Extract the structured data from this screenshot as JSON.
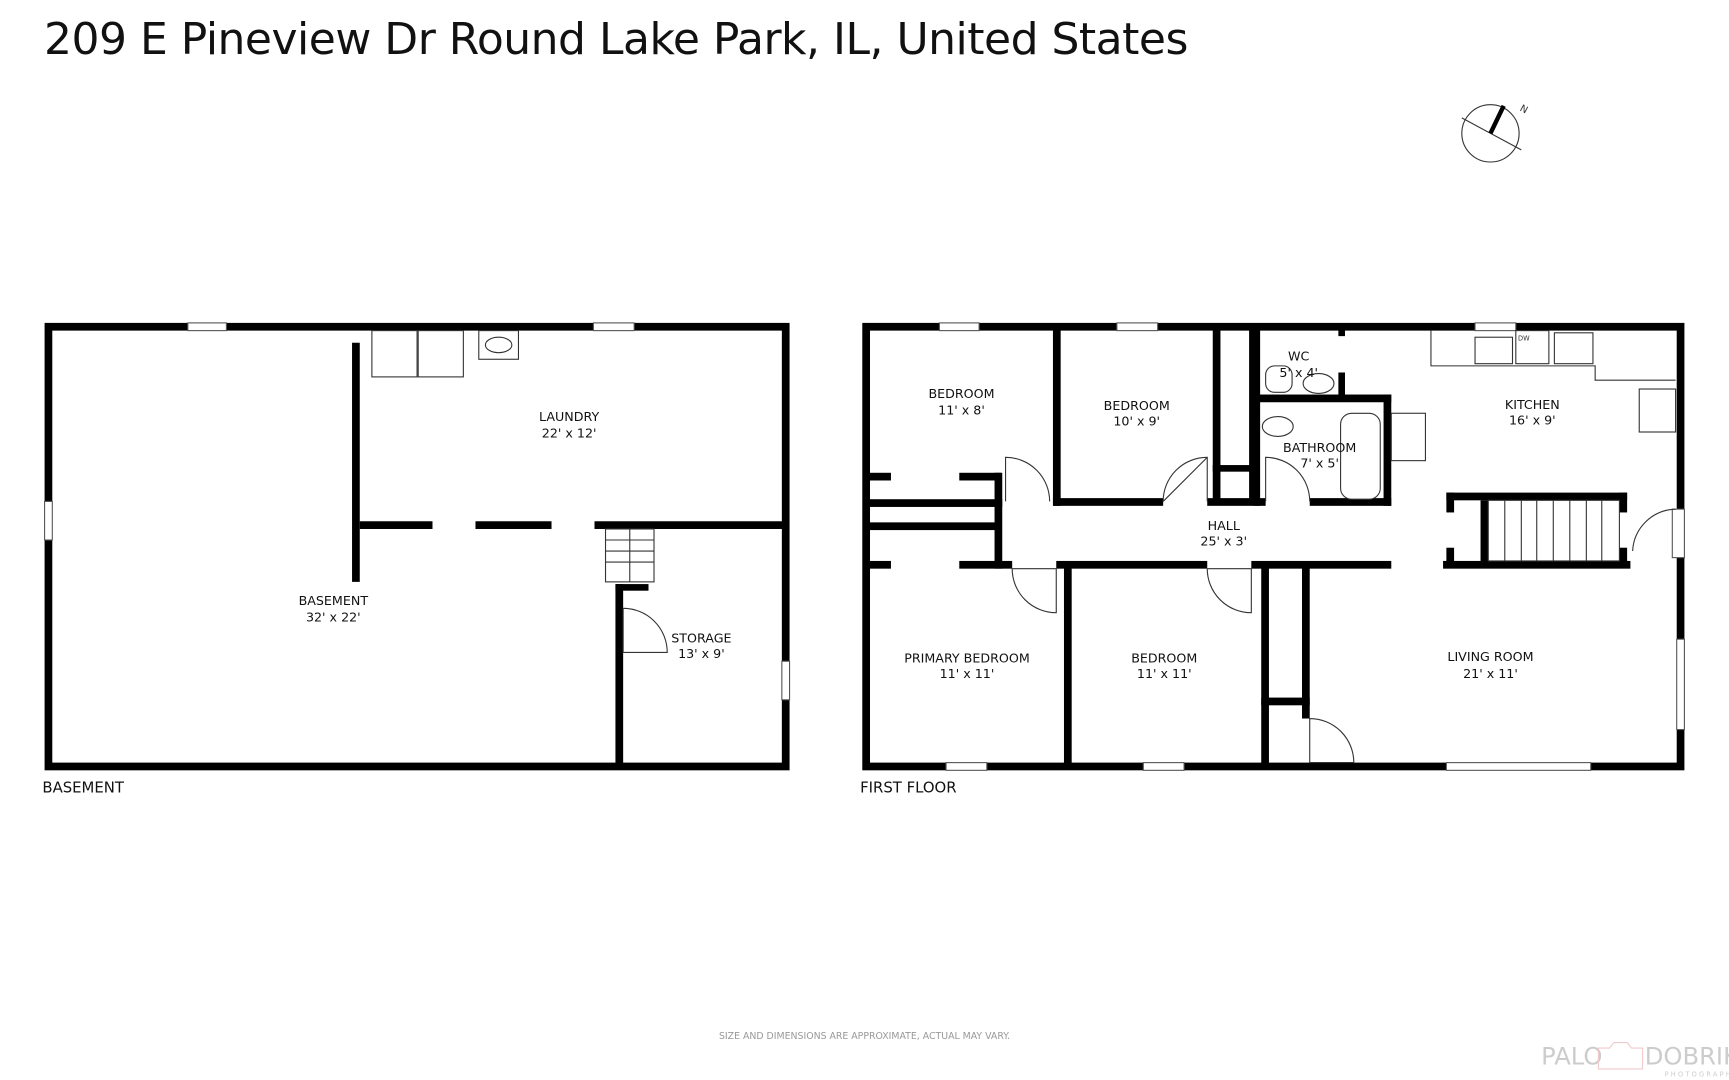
{
  "title": "209 E Pineview Dr Round Lake Park, IL, United States",
  "compass": {
    "icon": "north-arrow-icon",
    "label": "N"
  },
  "floors": [
    {
      "label": "BASEMENT",
      "rooms": [
        {
          "name": "LAUNDRY",
          "size": "22' x 12'"
        },
        {
          "name": "BASEMENT",
          "size": "32' x 22'"
        },
        {
          "name": "STORAGE",
          "size": "13' x 9'"
        }
      ]
    },
    {
      "label": "FIRST FLOOR",
      "rooms": [
        {
          "name": "BEDROOM",
          "size": "11' x 8'"
        },
        {
          "name": "BEDROOM",
          "size": "10' x 9'"
        },
        {
          "name": "WC",
          "size": "5' x 4'"
        },
        {
          "name": "KITCHEN",
          "size": "16' x 9'"
        },
        {
          "name": "BATHROOM",
          "size": "7' x 5'"
        },
        {
          "name": "HALL",
          "size": "25' x 3'"
        },
        {
          "name": "PRIMARY BEDROOM",
          "size": "11' x 11'"
        },
        {
          "name": "BEDROOM",
          "size": "11' x 11'"
        },
        {
          "name": "LIVING ROOM",
          "size": "21' x 11'"
        }
      ],
      "fixtures": {
        "dishwasher": "DW"
      }
    }
  ],
  "footer": "SIZE AND DIMENSIONS ARE APPROXIMATE, ACTUAL MAY VARY.",
  "logo": {
    "left": "PALO",
    "right": "DOBRIK",
    "sub": "PHOTOGRAPHY"
  }
}
